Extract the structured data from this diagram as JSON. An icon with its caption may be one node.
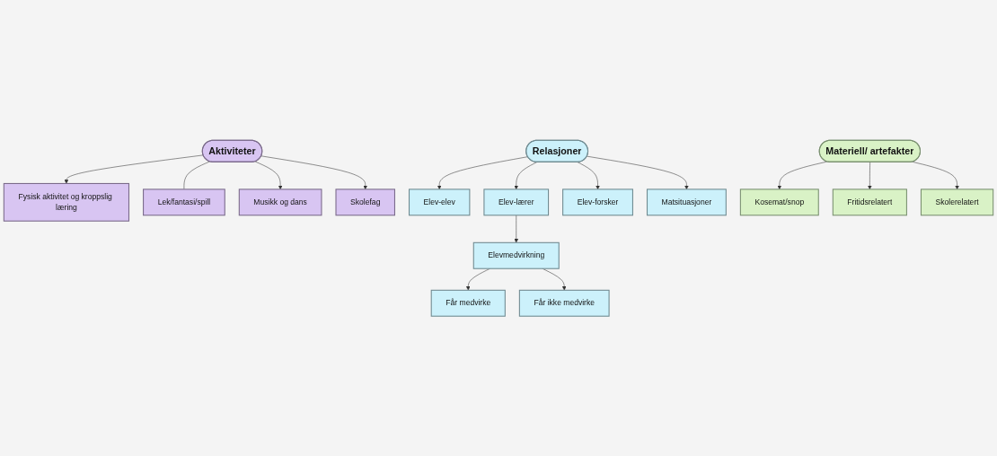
{
  "diagram": {
    "nodes": [
      {
        "text": [
          "Fysisk aktivitet og kroppslig læring"
        ]
      },
      {
        "text": [
          "Får medvirke"
        ]
      },
      {
        "text": [
          "Lek/fantasi/spill"
        ]
      },
      {
        "text": [
          "Aktiviteter"
        ]
      },
      {
        "text": [
          "Musikk og dans"
        ]
      },
      {
        "text": [
          "Elevmedvirkning"
        ]
      },
      {
        "text": [
          "Elev-elev"
        ]
      },
      {
        "text": [
          "Skolefag"
        ]
      },
      {
        "text": [
          "Kosemat/snop"
        ]
      },
      {
        "text": [
          "Får ikke medvirke"
        ]
      },
      {
        "text": [
          "Elev-lærer"
        ]
      },
      {
        "text": [
          "Relasjoner"
        ]
      },
      {
        "text": [
          "Materiell/ artefakter"
        ]
      },
      {
        "text": [
          "Fritidsrelatert"
        ]
      },
      {
        "text": [
          "Elev-forsker"
        ]
      },
      {
        "text": [
          "Matsituasjoner"
        ]
      },
      {
        "text": [
          "Skolerelatert"
        ]
      }
    ],
    "edges": [
      {
        "from": 3,
        "to": 0,
        "arrow": "to"
      },
      {
        "from": 3,
        "to": 2,
        "arrow": "none"
      },
      {
        "from": 3,
        "to": 4,
        "arrow": "to"
      },
      {
        "from": 3,
        "to": 7,
        "arrow": "to"
      },
      {
        "from": 11,
        "to": 6,
        "arrow": "to"
      },
      {
        "from": 11,
        "to": 10,
        "arrow": "to"
      },
      {
        "from": 11,
        "to": 14,
        "arrow": "to"
      },
      {
        "from": 11,
        "to": 15,
        "arrow": "to"
      },
      {
        "from": 10,
        "to": 5,
        "arrow": "to"
      },
      {
        "from": 5,
        "to": 1,
        "arrow": "to"
      },
      {
        "from": 5,
        "to": 9,
        "arrow": "to"
      },
      {
        "from": 12,
        "to": 8,
        "arrow": "to"
      },
      {
        "from": 12,
        "to": 13,
        "arrow": "to"
      },
      {
        "from": 12,
        "to": 16,
        "arrow": "to"
      }
    ]
  }
}
